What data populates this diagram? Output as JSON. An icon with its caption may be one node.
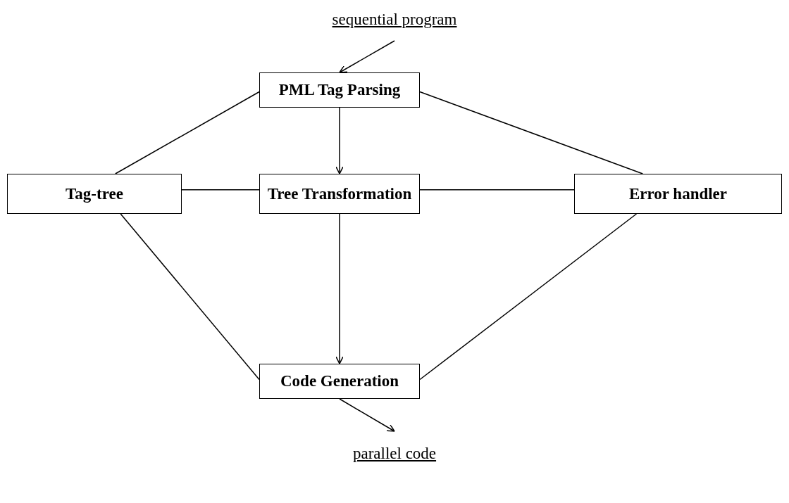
{
  "diagram": {
    "nodes": [
      {
        "text": [
          "sequential program"
        ]
      },
      {
        "text": [
          "PML Tag Parsing"
        ]
      },
      {
        "text": [
          "Tag-tree"
        ]
      },
      {
        "text": [
          "Tree Transformation"
        ]
      },
      {
        "text": [
          "Error handler"
        ]
      },
      {
        "text": [
          "Code Generation"
        ]
      },
      {
        "text": [
          "parallel code"
        ]
      }
    ],
    "edges": [
      {
        "from": 0,
        "to": 1,
        "arrow": "to"
      },
      {
        "from": 1,
        "to": 3,
        "arrow": "to"
      },
      {
        "from": 3,
        "to": 5,
        "arrow": "to"
      },
      {
        "from": 5,
        "to": 6,
        "arrow": "to"
      },
      {
        "from": 1,
        "to": 2,
        "arrow": "none"
      },
      {
        "from": 1,
        "to": 4,
        "arrow": "none"
      },
      {
        "from": 2,
        "to": 3,
        "arrow": "none"
      },
      {
        "from": 3,
        "to": 4,
        "arrow": "none"
      },
      {
        "from": 2,
        "to": 5,
        "arrow": "none"
      },
      {
        "from": 4,
        "to": 5,
        "arrow": "none"
      }
    ]
  }
}
